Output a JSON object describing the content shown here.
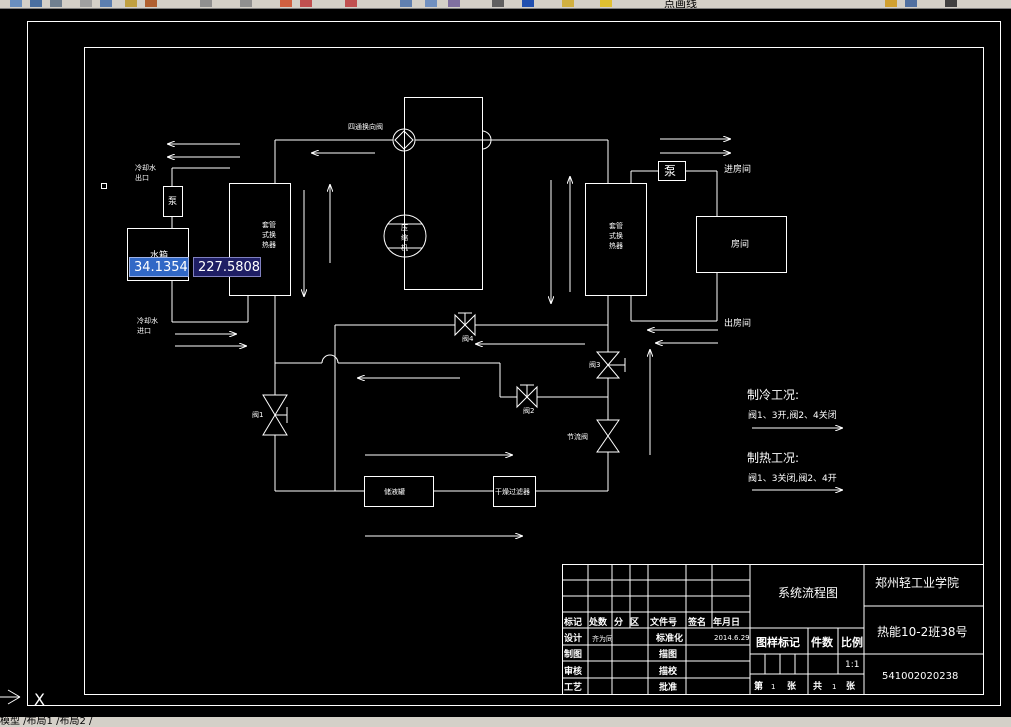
{
  "toolbar": {
    "layer_name": "点画线"
  },
  "status": {
    "tabs": "模型 /布局1 /布局2 /"
  },
  "coords": {
    "x_value": "34.1354",
    "y_value": "227.5808"
  },
  "diagram": {
    "four_way_valve": "四通换向阀",
    "compressor": [
      "压",
      "缩",
      "机"
    ],
    "left_hx": [
      "套管",
      "式换",
      "热器"
    ],
    "right_hx": [
      "套管",
      "式换",
      "热器"
    ],
    "pump_left": "泵",
    "pump_right": "泵",
    "water_tank": "水箱",
    "cooling_out": [
      "冷却水",
      "出口"
    ],
    "cooling_in": [
      "冷却水",
      "进口"
    ],
    "room": "房间",
    "room_in": "进房间",
    "room_out": "出房间",
    "valve1": "阀1",
    "valve2": "阀2",
    "valve3": "阀3",
    "valve4": "阀4",
    "throttle": "节流阀",
    "receiver": "储液罐",
    "filter": "干燥过滤器",
    "cooling_title": "制冷工况:",
    "cooling_desc": "阀1、3开,阀2、4关闭",
    "heating_title": "制热工况:",
    "heating_desc": "阀1、3关闭,阀2、4开"
  },
  "title_block": {
    "drawing_title": "系统流程图",
    "school": "郑州轻工业学院",
    "class_no": "热能10-2班38号",
    "student_id": "541002020238",
    "headers": [
      "标记",
      "处数",
      "分",
      "区",
      "文件号",
      "签名",
      "年月日"
    ],
    "design": "设计",
    "designer": "齐为同",
    "date": "2014.6.29",
    "standardize": "标准化",
    "draw": "制图",
    "trace": "描图",
    "review": "审核",
    "proofread": "描校",
    "process": "工艺",
    "approve": "批准",
    "stage_label": "图样标记",
    "qty_label": "件数",
    "scale_label": "比例",
    "scale_value": "1:1",
    "sheet_label": "第",
    "sheet_no": "1",
    "sheet_unit": "张",
    "total_label": "共",
    "total_no": "1",
    "total_unit": "张"
  }
}
